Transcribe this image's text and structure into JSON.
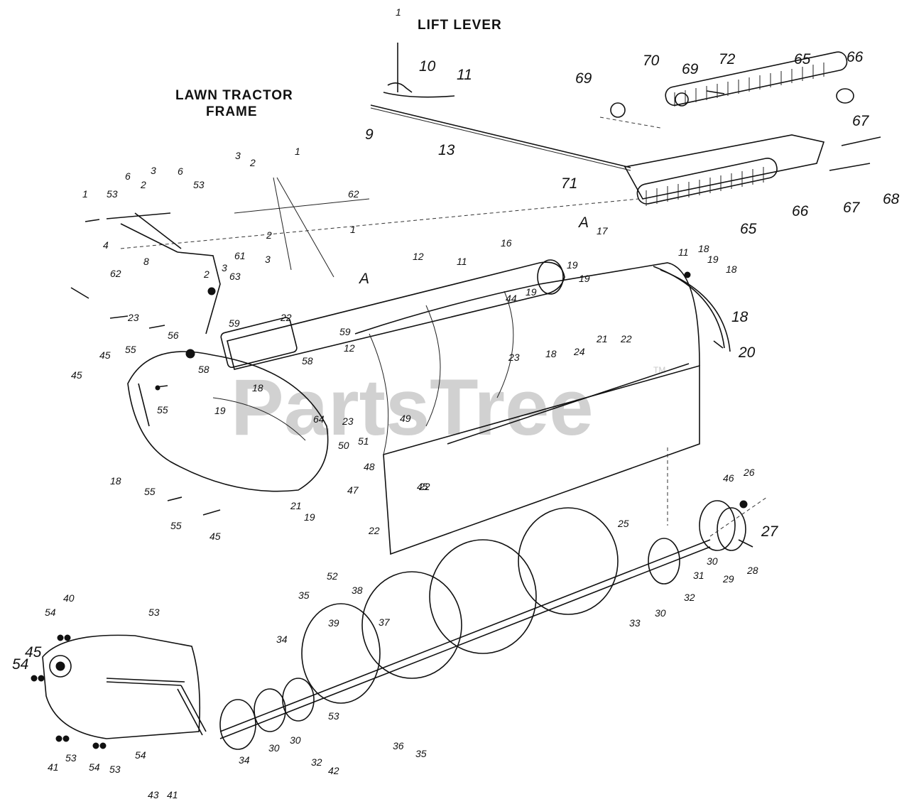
{
  "captions": {
    "lift_lever": "LIFT LEVER",
    "frame_line1": "LAWN TRACTOR",
    "frame_line2": "FRAME"
  },
  "watermark": {
    "text": "PartsTree",
    "mark": "TM"
  },
  "colors": {
    "ink": "#111111",
    "paper": "#ffffff",
    "watermark": "#c9c9c9"
  },
  "part_labels": [
    "1",
    "10",
    "11",
    "9",
    "13",
    "69",
    "70",
    "69",
    "72",
    "65",
    "66",
    "67",
    "71",
    "66",
    "67",
    "68",
    "65",
    "A",
    "17",
    "3",
    "2",
    "1",
    "62",
    "1",
    "53",
    "6",
    "2",
    "3",
    "6",
    "53",
    "4",
    "62",
    "8",
    "61",
    "2",
    "3",
    "63",
    "2",
    "3",
    "1",
    "A",
    "12",
    "11",
    "16",
    "11",
    "18",
    "19",
    "18",
    "19",
    "19",
    "18",
    "20",
    "21",
    "22",
    "22",
    "22",
    "59",
    "58",
    "59",
    "12",
    "44",
    "19",
    "18",
    "24",
    "23",
    "23",
    "45",
    "55",
    "45",
    "55",
    "56",
    "58",
    "18",
    "19",
    "64",
    "23",
    "50",
    "51",
    "49",
    "48",
    "47",
    "21",
    "19",
    "18",
    "55",
    "55",
    "45",
    "45",
    "22",
    "46",
    "26",
    "25",
    "27",
    "28",
    "29",
    "30",
    "31",
    "32",
    "30",
    "33",
    "52",
    "38",
    "35",
    "39",
    "37",
    "34",
    "40",
    "54",
    "53",
    "45",
    "54",
    "53",
    "36",
    "35",
    "34",
    "30",
    "30",
    "32",
    "42",
    "41",
    "53",
    "54",
    "53",
    "54",
    "43",
    "41",
    "42"
  ]
}
